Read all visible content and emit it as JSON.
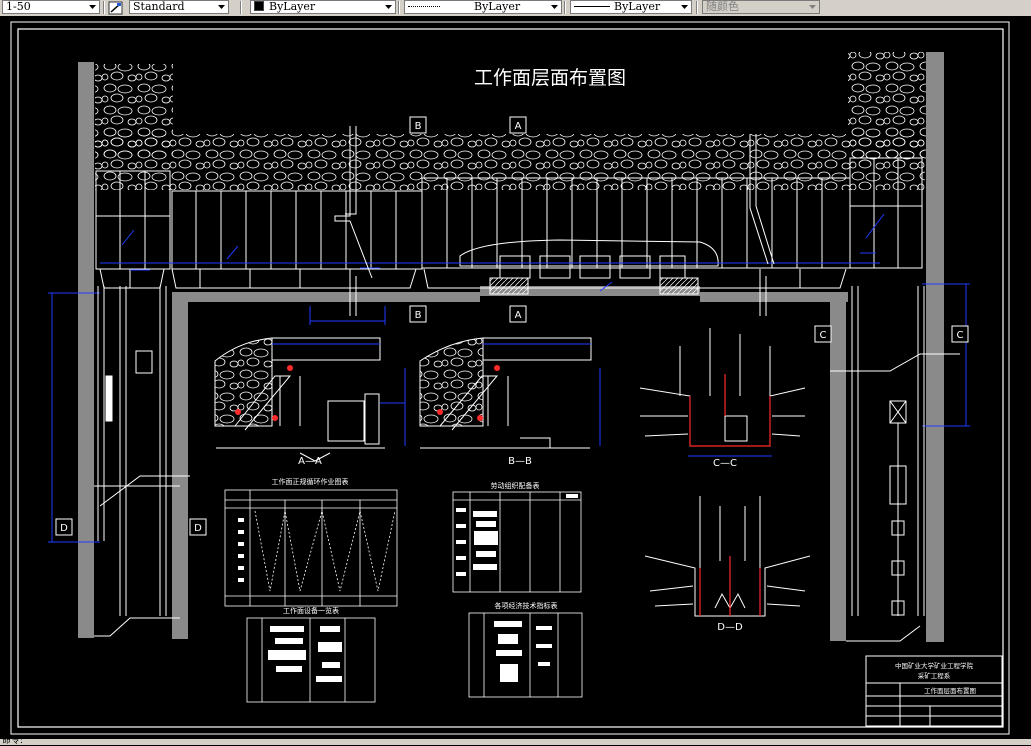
{
  "toolbar": {
    "scale": "1-50",
    "text_style": "Standard",
    "layer": "ByLayer",
    "linetype": "ByLayer",
    "lineweight": "ByLayer",
    "color": "随颜色"
  },
  "drawing": {
    "main_title": "工作面层面布置图",
    "section_markers": {
      "a": "A",
      "b": "B",
      "c": "C",
      "d": "D"
    },
    "section_labels": {
      "aa": "A—A",
      "bb": "B—B",
      "cc": "C—C",
      "dd": "D—D"
    },
    "tables": {
      "cycle_chart": "工作面正规循环作业图表",
      "labor_table": "劳动组织配备表",
      "equipment_table": "工作面设备一览表",
      "tech_table": "各项经济技术指标表"
    },
    "title_block": {
      "school": "中国矿业大学矿业工程学院",
      "dept": "采矿工程系",
      "drawing_name": "工作面层面布置图"
    }
  },
  "status_bar": {
    "text": "命令:"
  },
  "colors": {
    "background": "#000000",
    "line": "#ffffff",
    "accent_blue": "#1f3cff",
    "accent_red": "#ff2a2a",
    "wall": "#8a8a8a"
  }
}
